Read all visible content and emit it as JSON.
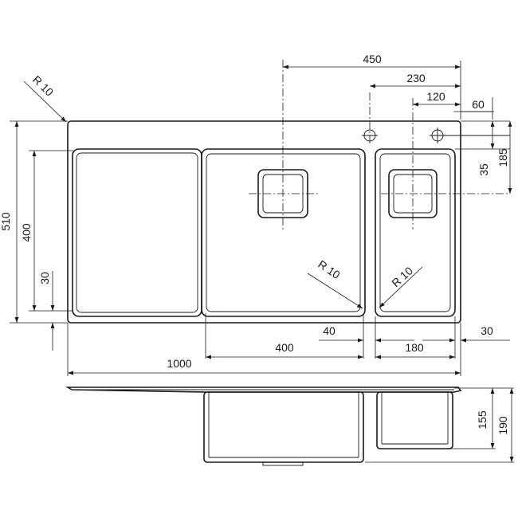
{
  "drawing": {
    "labels": {
      "corner_radius_main": "R 10",
      "bowl_radius_large": "R 10",
      "bowl_radius_small": "R 10",
      "dim_450": "450",
      "dim_230": "230",
      "dim_120": "120",
      "dim_60": "60",
      "dim_35": "35",
      "dim_185": "185",
      "dim_510": "510",
      "dim_400_vertical": "400",
      "dim_30_vertical": "30",
      "dim_40": "40",
      "dim_30_horizontal": "30",
      "dim_400_horizontal": "400",
      "dim_180": "180",
      "dim_1000": "1000",
      "dim_155": "155",
      "dim_190": "190"
    }
  }
}
